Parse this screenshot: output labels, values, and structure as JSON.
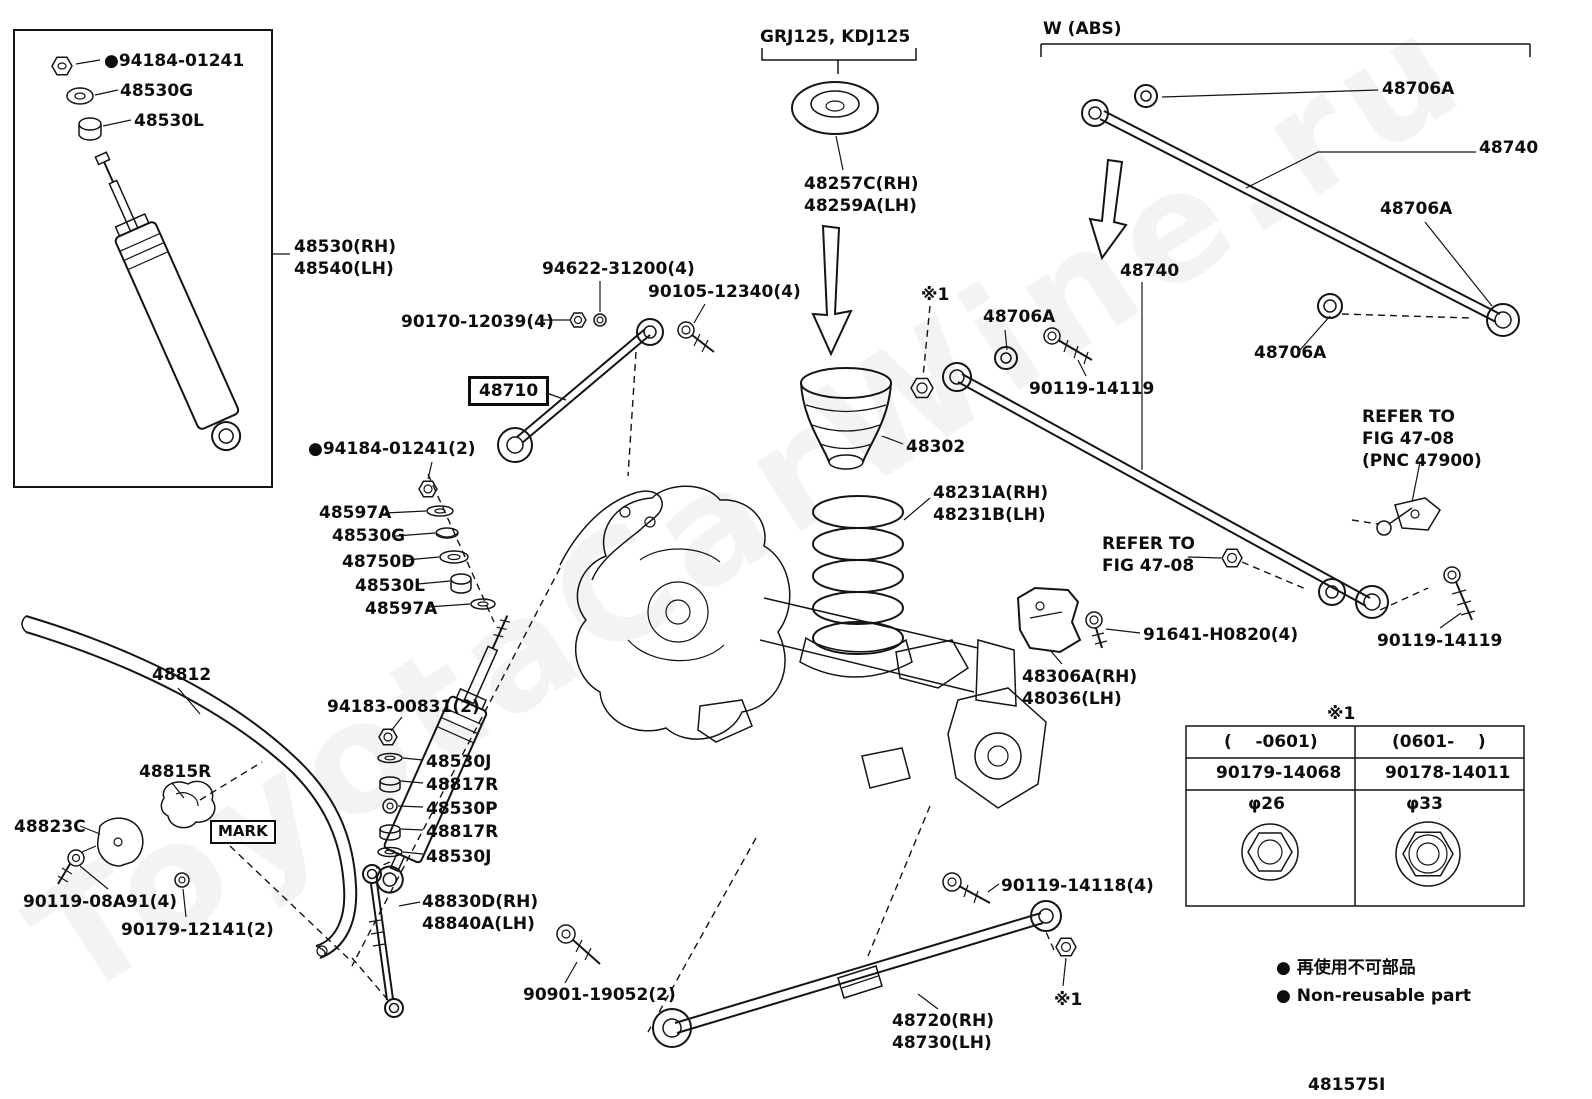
{
  "watermark": "ToyotaCarWine.ru",
  "doc_number": "481575I",
  "legend": {
    "jp": "● 再使用不可部品",
    "en": "● Non-reusable part"
  },
  "table": {
    "note": "※1",
    "header_left": "(    -0601)",
    "header_right": "(0601-    )",
    "part_left": "90179-14068",
    "part_right": "90178-14011",
    "dia_left": "φ26",
    "dia_right": "φ33"
  },
  "labels": {
    "inset_nut": "●94184-01241",
    "inset_washer": "48530G",
    "inset_bush": "48530L",
    "shock_rh_lh": "48530(RH)\n48540(LH)",
    "model_codes": "GRJ125, KDJ125",
    "spring_seat": "48257C(RH)\n48259A(LH)",
    "spring_bumper": "48302",
    "coil_spring": "48231A(RH)\n48231B(LH)",
    "w_abs": "W (ABS)",
    "bush_706a_1": "48706A",
    "rod_740_1": "48740",
    "bush_706a_2": "48706A",
    "rod_740_2": "48740",
    "bush_706a_3": "48706A",
    "bolt_14119_1": "90119-14119",
    "ref1_a": "※1",
    "bush_706a_4": "48706A",
    "refer_pnc": "REFER TO\nFIG 47-08\n(PNC 47900)",
    "bolt_14119_2": "90119-14119",
    "refer_fig": "REFER TO\nFIG 47-08",
    "bolt_h0820": "91641-H0820(4)",
    "bracket_306a": "48306A(RH)\n48036(LH)",
    "washer_94622": "94622-31200(4)",
    "bolt_90105": "90105-12340(4)",
    "nut_90170": "90170-12039(4)",
    "rod_48710": "48710",
    "nut_94184_2": "●94184-01241(2)",
    "washer_597a_1": "48597A",
    "washer_530g_2": "48530G",
    "retainer_750d": "48750D",
    "bush_530l_2": "48530L",
    "washer_597a_2": "48597A",
    "stab_bar": "48812",
    "stab_bush": "48815R",
    "mark": "MARK",
    "clamp_823c": "48823C",
    "bolt_08a91": "90119-08A91(4)",
    "washer_12141": "90179-12141(2)",
    "nut_94183": "94183-00831(2)",
    "j1": "48530J",
    "r1": "48817R",
    "p1": "48530P",
    "r2": "48817R",
    "j2": "48530J",
    "link": "48830D(RH)\n48840A(LH)",
    "bolt_19052": "90901-19052(2)",
    "bolt_14118": "90119-14118(4)",
    "ref1_b": "※1",
    "rod_720": "48720(RH)\n48730(LH)"
  }
}
